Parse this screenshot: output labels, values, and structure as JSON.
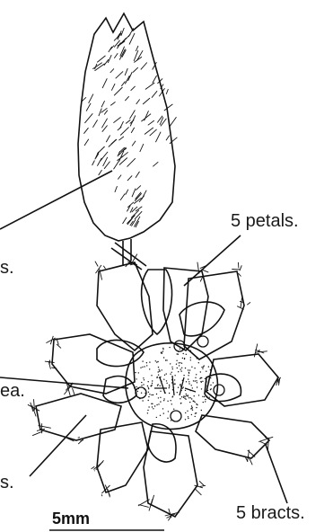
{
  "labels": {
    "leaf_fragment": "s.",
    "petals": "5 petals.",
    "center_fragment": "ea.",
    "lower_fragment": "s.",
    "bracts": "5 bracts."
  },
  "scale_bar": {
    "label": "5mm"
  },
  "colors": {
    "ink": "#111111",
    "background": "#ffffff"
  }
}
